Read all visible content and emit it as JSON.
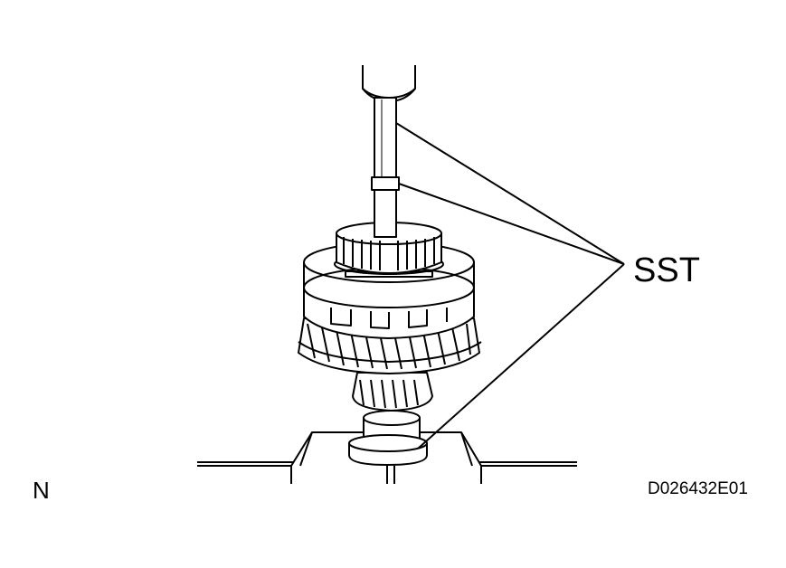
{
  "diagram": {
    "callout_label": "SST",
    "view_letter": "N",
    "figure_id": "D026432E01"
  },
  "colors": {
    "line": "#000000",
    "background": "#ffffff"
  }
}
